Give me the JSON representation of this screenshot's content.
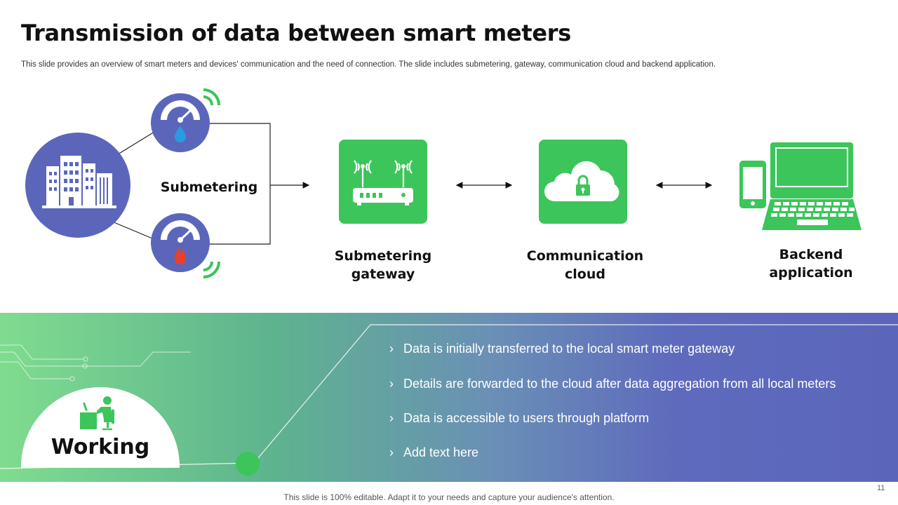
{
  "slide": {
    "title": "Transmission of data between smart meters",
    "subtitle": "This slide provides an overview of smart meters and devices' communication and the need of connection. The slide includes submetering, gateway, communication cloud and backend application.",
    "page_number": "11",
    "footer": "This slide is 100% editable. Adapt it to your needs and capture your audience's attention."
  },
  "diagram": {
    "submetering_label": "Submetering",
    "gateway_label_line1": "Submetering",
    "gateway_label_line2": "gateway",
    "cloud_label_line1": "Communication",
    "cloud_label_line2": "cloud",
    "backend_label_line1": "Backend",
    "backend_label_line2": "application"
  },
  "working": {
    "heading": "Working",
    "bullets": [
      "Data is initially transferred to the local smart meter gateway",
      "Details are forwarded to the cloud after data aggregation from all local meters",
      "Data is accessible to users through platform",
      "Add text here"
    ],
    "bullet_marker": "›"
  },
  "colors": {
    "accent_green": "#3cc55a",
    "accent_blue": "#5b66bb",
    "water_drop": "#2a9be0",
    "flame": "#e8402a"
  }
}
